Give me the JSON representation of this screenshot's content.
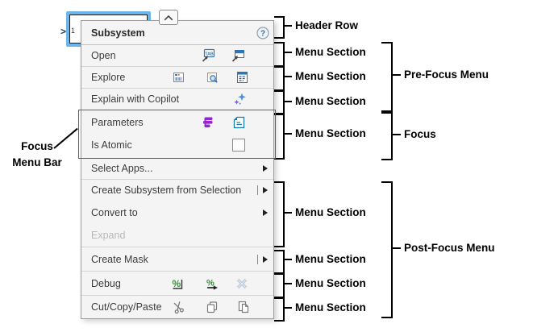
{
  "block": {
    "port_glyph": ">",
    "port_number": "1"
  },
  "menu": {
    "header": {
      "title": "Subsystem",
      "help_glyph": "?"
    },
    "tab_badge": "TAB",
    "debug_glyph": "%",
    "items": [
      {
        "label": "Open",
        "icons": [
          "open-in-tab-icon",
          "open-in-window-icon"
        ]
      },
      {
        "label": "Explore",
        "icons": [
          "model-explorer-icon",
          "find-in-model-icon",
          "property-inspector-icon"
        ]
      },
      {
        "label": "Explain with Copilot",
        "icons": [
          "copilot-sparkles-icon"
        ]
      },
      {
        "label": "Parameters",
        "icons": [
          "block-parameters-icon",
          "mask-document-icon"
        ]
      },
      {
        "label": "Is Atomic",
        "checkbox_checked": false
      },
      {
        "label": "Select Apps...",
        "submenu": true
      },
      {
        "label": "Create Subsystem from Selection",
        "submenu": true,
        "split": true
      },
      {
        "label": "Convert to",
        "submenu": true
      },
      {
        "label": "Expand",
        "disabled": true
      },
      {
        "label": "Create Mask",
        "submenu": true,
        "split": true
      },
      {
        "label": "Debug",
        "icons": [
          "debug-breakpoint-icon",
          "debug-step-icon",
          "debug-clear-disabled-icon"
        ]
      },
      {
        "label": "Cut/Copy/Paste",
        "icons": [
          "cut-icon",
          "copy-icon",
          "paste-icon"
        ]
      }
    ]
  },
  "annotations": {
    "rows": [
      {
        "label": "Header Row"
      },
      {
        "label": "Menu Section"
      },
      {
        "label": "Menu Section"
      },
      {
        "label": "Menu Section"
      },
      {
        "label": "Menu Section"
      },
      {
        "label": "Menu Section"
      },
      {
        "label": "Menu Section"
      },
      {
        "label": "Menu Section"
      },
      {
        "label": "Menu Section"
      }
    ],
    "groups": [
      {
        "label": "Pre-Focus Menu"
      },
      {
        "label": "Focus"
      },
      {
        "label": "Post-Focus Menu"
      }
    ],
    "left_label": {
      "line1": "Focus",
      "line2": "Menu Bar"
    }
  },
  "icons": {
    "collapse-chevron-icon": "chevron-up",
    "help-icon": "circled question mark",
    "open-in-tab-icon": "tab window with launch arrow",
    "open-in-window-icon": "window with launch arrow",
    "model-explorer-icon": "window with tree rows",
    "find-in-model-icon": "grid with magnifier",
    "property-inspector-icon": "window with list rows",
    "copilot-sparkles-icon": "four point sparkles",
    "block-parameters-icon": "stacked purple bars",
    "mask-document-icon": "document with fold and lines",
    "is-atomic-checkbox": "empty checkbox",
    "debug-breakpoint-icon": "green percent with corner line",
    "debug-step-icon": "green percent with arrow",
    "debug-clear-disabled-icon": "grayed cross",
    "cut-icon": "scissors",
    "copy-icon": "two overlapping pages",
    "paste-icon": "page with folded corner",
    "submenu-arrow-icon": "right triangle",
    "input-port-icon": "port chevron"
  },
  "colors": {
    "selection_blue": "#6cb5ea",
    "menu_bg": "#f4f4f4",
    "menu_border": "#9b9b9b",
    "separator": "#d4d4d4",
    "focus_border": "#5f5f5f",
    "text": "#3c3c3c",
    "disabled_text": "#b8b8b8",
    "icon_blue": "#2e75b6",
    "parameters_purple": "#9128cc",
    "document_teal": "#1b7aa8",
    "copilot_blue": "#4a90d9",
    "copilot_purple": "#7b5cd6",
    "debug_green": "#3d8c40",
    "disabled_icon": "#b9c6d8",
    "annotation": "#000000"
  }
}
